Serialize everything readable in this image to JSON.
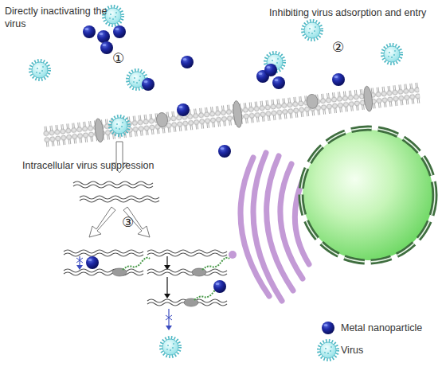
{
  "diagram": {
    "labels": [
      "Directly inactivating the virus",
      "Inhibiting virus adsorption and entry",
      "Intracellular virus suppression",
      "①",
      "②",
      "③"
    ],
    "legend": [
      {
        "text": "Metal nanoparticle"
      },
      {
        "text": "Virus"
      }
    ]
  }
}
